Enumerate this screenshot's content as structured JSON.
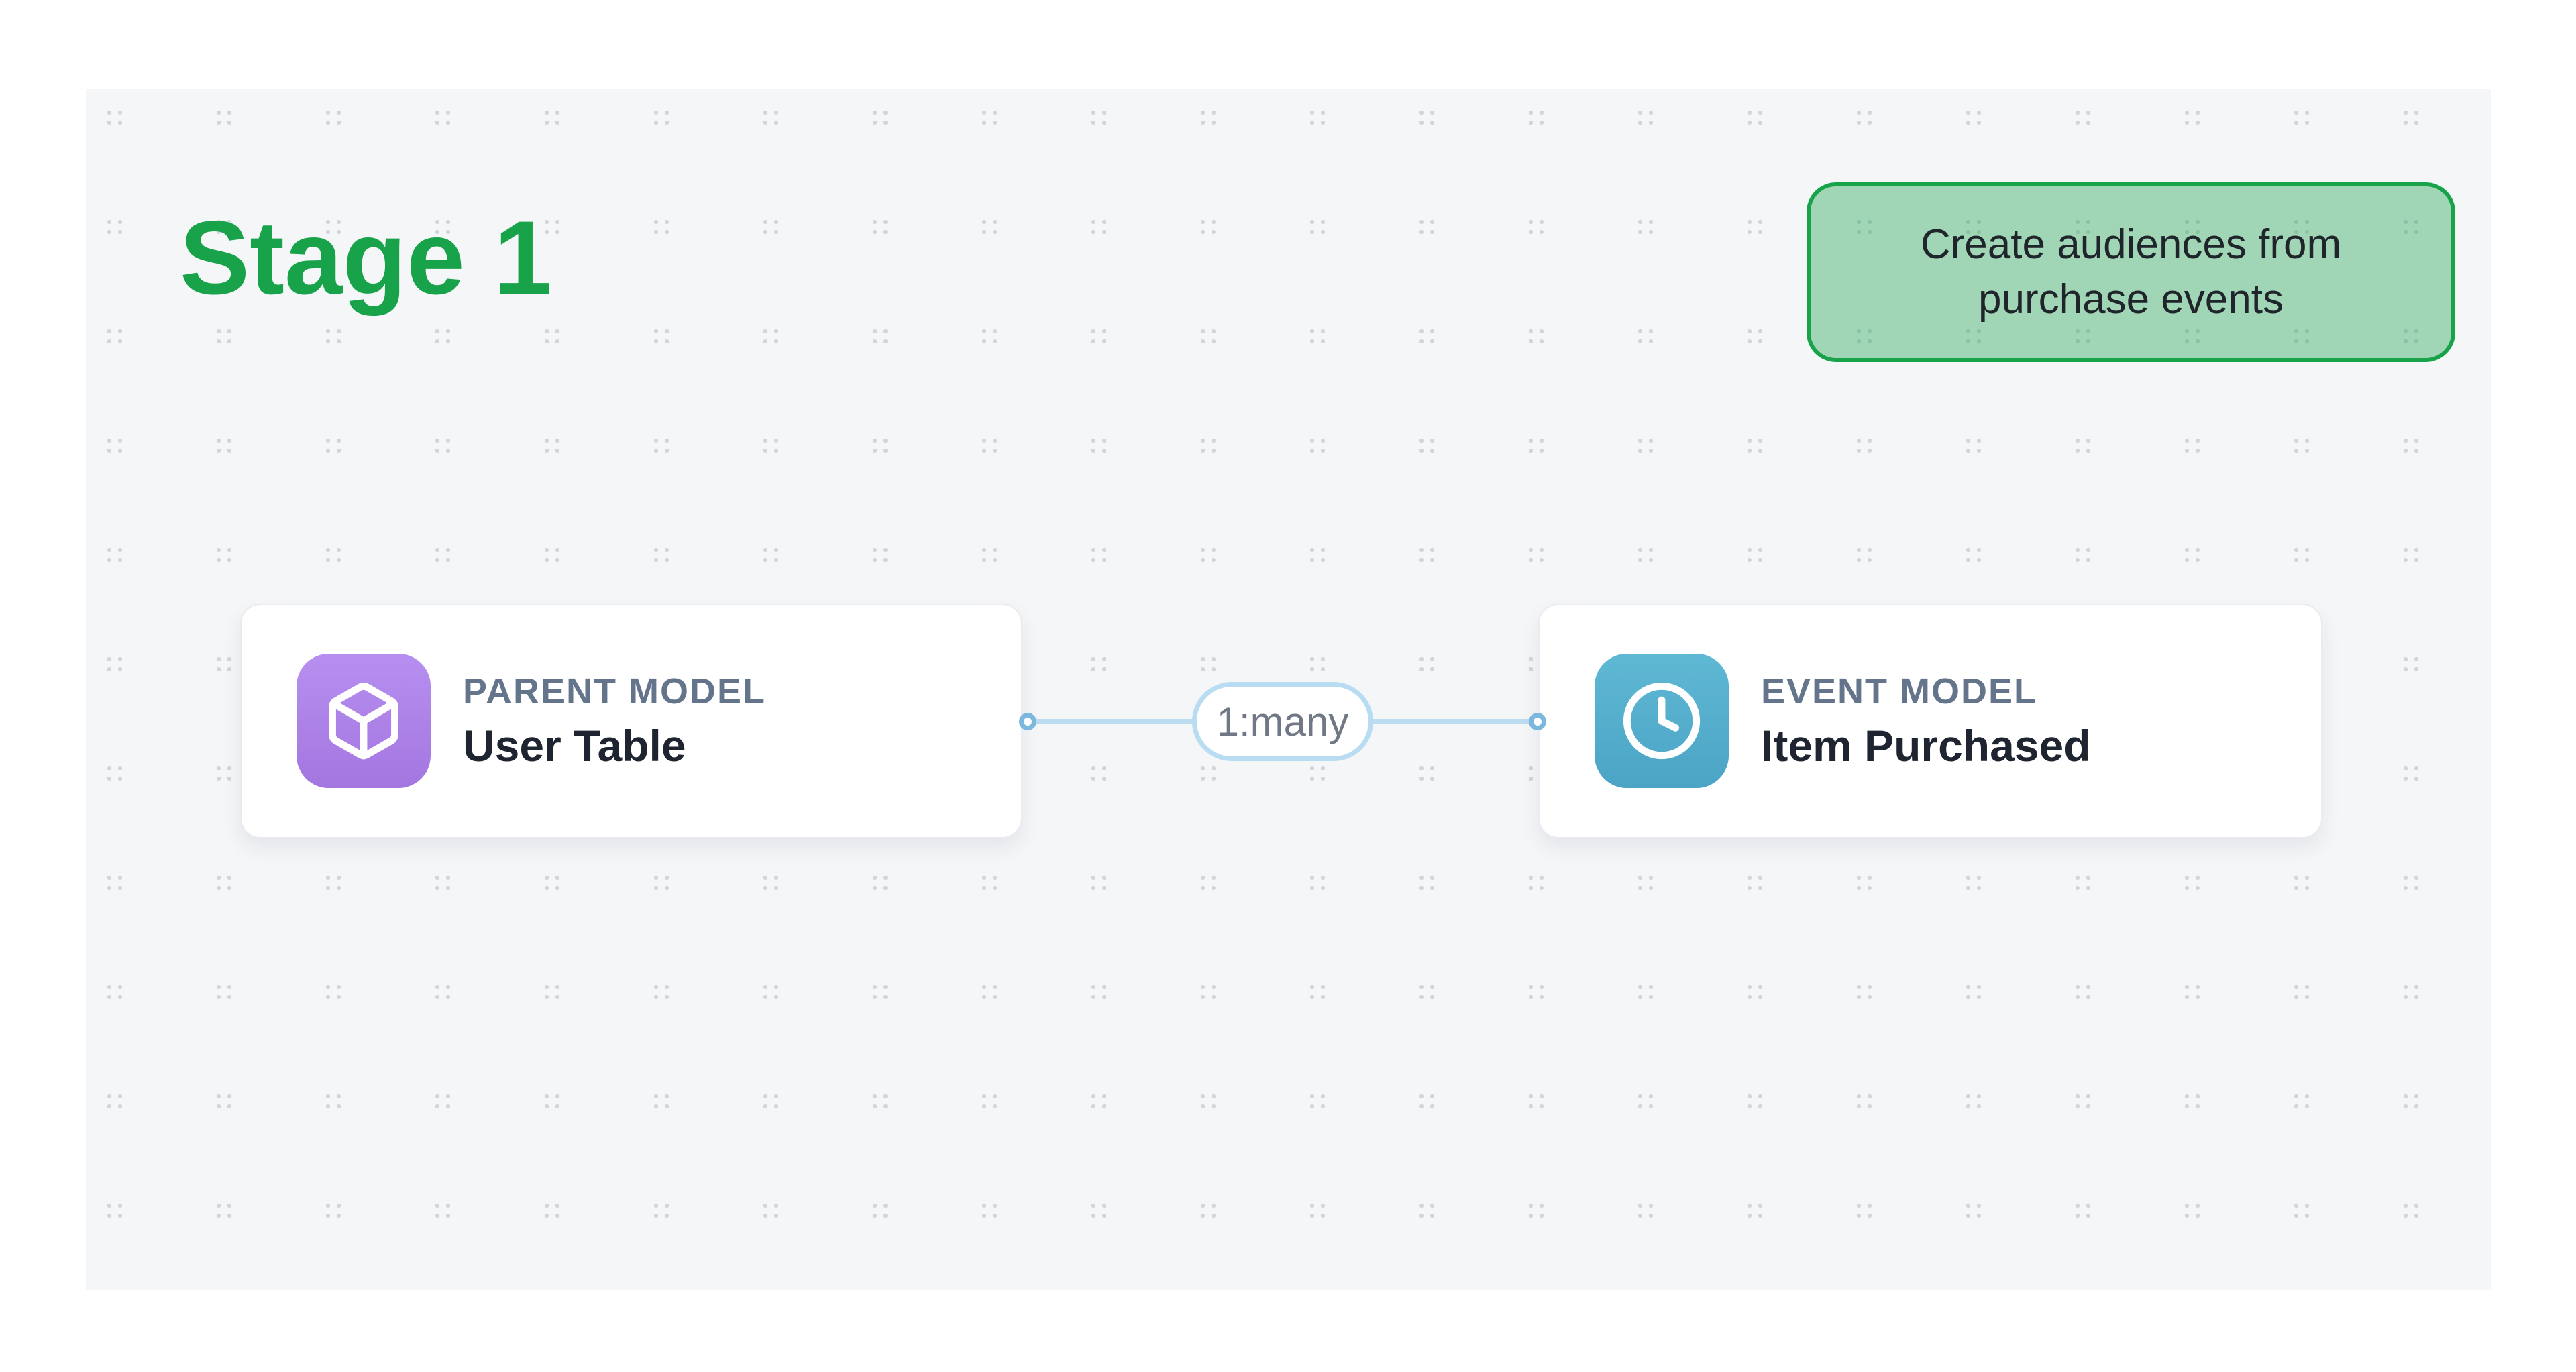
{
  "stage": {
    "title": "Stage 1"
  },
  "annotation": {
    "text": "Create audiences from purchase events"
  },
  "nodes": [
    {
      "type_label": "PARENT MODEL",
      "name": "User Table",
      "icon": "cube-icon"
    },
    {
      "type_label": "EVENT MODEL",
      "name": "Item Purchased",
      "icon": "clock-icon"
    }
  ],
  "edge": {
    "label": "1:many"
  },
  "theme": {
    "accent_green": "#18a34a",
    "badge_fill": "rgba(22,163,74,0.38)",
    "badge_text": "#20252b",
    "canvas_bg": "#f5f6f8",
    "dot_color": "#d2d5db",
    "card_border": "#e9ebef",
    "label_gray": "#64748b",
    "name_dark": "#1e2430",
    "icon_purple_top": "#b78ff0",
    "icon_purple_bottom": "#a376e0",
    "icon_teal_top": "#5fb8d4",
    "icon_teal_bottom": "#4ba4c5",
    "edge_line": "#bcdcf2",
    "edge_port": "#7cb8dd",
    "edge_pill_border": "#b8dcf1",
    "edge_label_text": "#6f7884"
  }
}
